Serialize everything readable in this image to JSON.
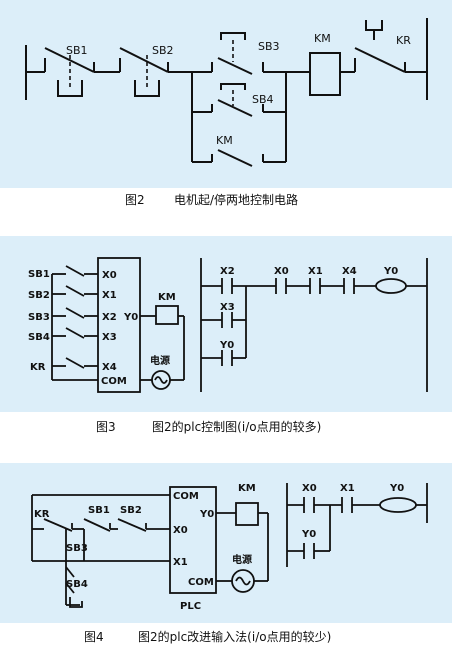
{
  "fig2": {
    "caption_num": "图2",
    "caption_text": "电机起/停两地控制电路",
    "labels": {
      "sb1": "SB1",
      "sb2": "SB2",
      "sb3": "SB3",
      "sb4": "SB4",
      "km_coil": "KM",
      "kr": "KR",
      "km_contact": "KM"
    }
  },
  "fig3": {
    "caption_num": "图3",
    "caption_text": "图2的plc控制图(i/o点用的较多)",
    "inputs": [
      "SB1",
      "SB2",
      "SB3",
      "SB4",
      "KR"
    ],
    "terminals": [
      "X0",
      "X1",
      "X2",
      "X3",
      "X4",
      "COM"
    ],
    "output": "Y0",
    "km": "KM",
    "power": "电源",
    "ladder": {
      "c1": "X2",
      "c2": "X0",
      "c3": "X1",
      "c4": "X4",
      "coil": "Y0",
      "p1": "X3",
      "p2": "Y0"
    }
  },
  "fig4": {
    "caption_num": "图4",
    "caption_text": "图2的plc改进输入法(i/o点用的较少)",
    "labels": {
      "kr": "KR",
      "sb1": "SB1",
      "sb2": "SB2",
      "sb3": "SB3",
      "sb4": "SB4"
    },
    "terminals": {
      "com_top": "COM",
      "x0": "X0",
      "x1": "X1",
      "y0": "Y0",
      "com_bot": "COM"
    },
    "km": "KM",
    "power": "电源",
    "plc": "PLC",
    "ladder": {
      "c1": "X0",
      "c2": "X1",
      "coil": "Y0",
      "p1": "Y0"
    }
  }
}
